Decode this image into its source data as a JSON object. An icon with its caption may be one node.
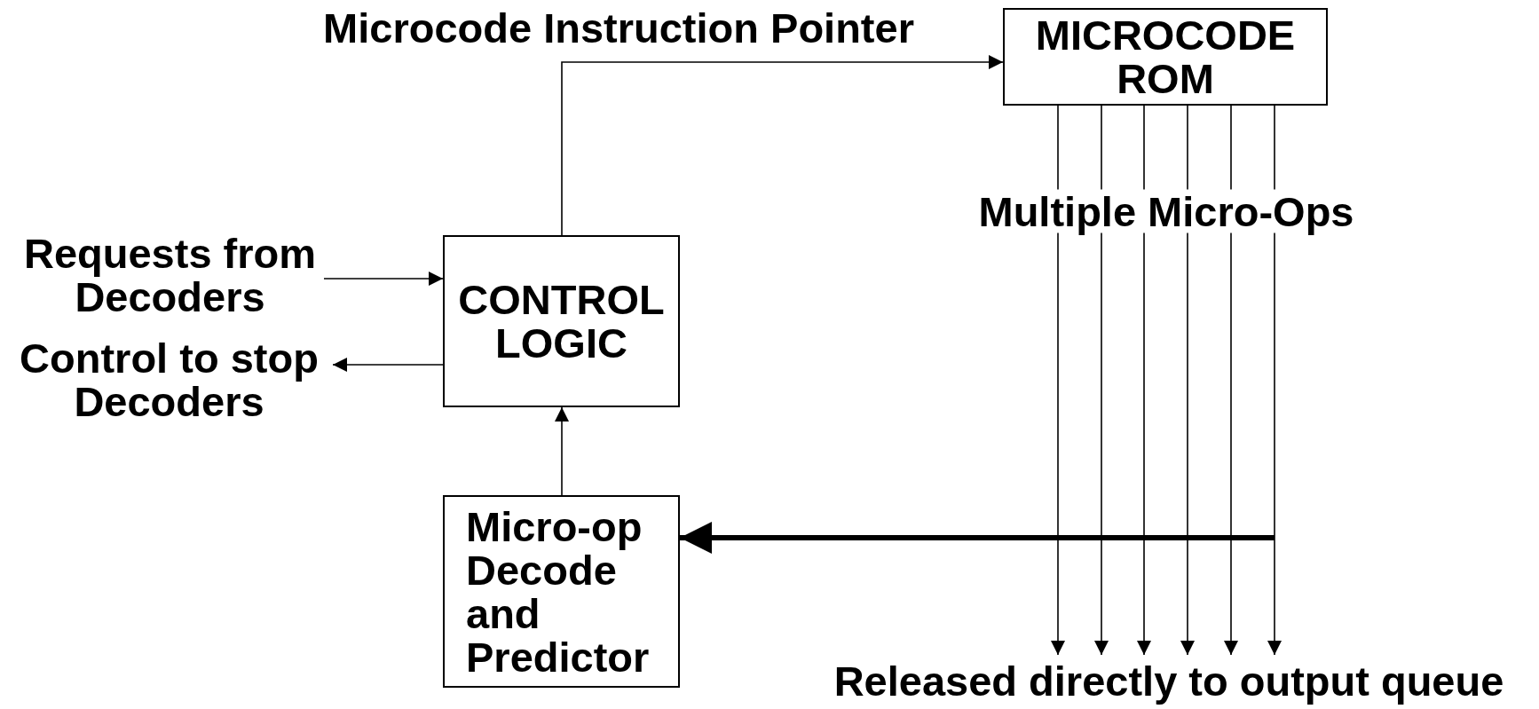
{
  "diagram": {
    "nodes": [
      {
        "text": [
          "CONTROL LOGIC"
        ]
      },
      {
        "text": [
          "MICROCODE ROM"
        ]
      },
      {
        "text": [
          "Micro-op Decode and Predictor"
        ]
      },
      {
        "text": [
          "Requests from Decoders"
        ]
      },
      {
        "text": [
          "Control to stop Decoders"
        ]
      },
      {
        "text": [
          "Released directly to output queue"
        ]
      }
    ],
    "edges": [
      {
        "from": 0,
        "to": 1,
        "arrow": "to",
        "label": "Microcode Instruction Pointer"
      },
      {
        "from": 3,
        "to": 0,
        "arrow": "to"
      },
      {
        "from": 0,
        "to": 4,
        "arrow": "to"
      },
      {
        "from": 2,
        "to": 0,
        "arrow": "to"
      },
      {
        "from": 1,
        "to": 5,
        "arrow": "to"
      },
      {
        "from": 1,
        "to": 5,
        "arrow": "to"
      },
      {
        "from": 1,
        "to": 5,
        "arrow": "to"
      },
      {
        "from": 1,
        "to": 5,
        "arrow": "to"
      },
      {
        "from": 1,
        "to": 5,
        "arrow": "to"
      },
      {
        "from": 1,
        "to": 5,
        "arrow": "to"
      },
      {
        "from": null,
        "to": 2,
        "arrow": "to",
        "style": "thick"
      }
    ],
    "labels": [
      "Multiple Micro-Ops"
    ]
  }
}
